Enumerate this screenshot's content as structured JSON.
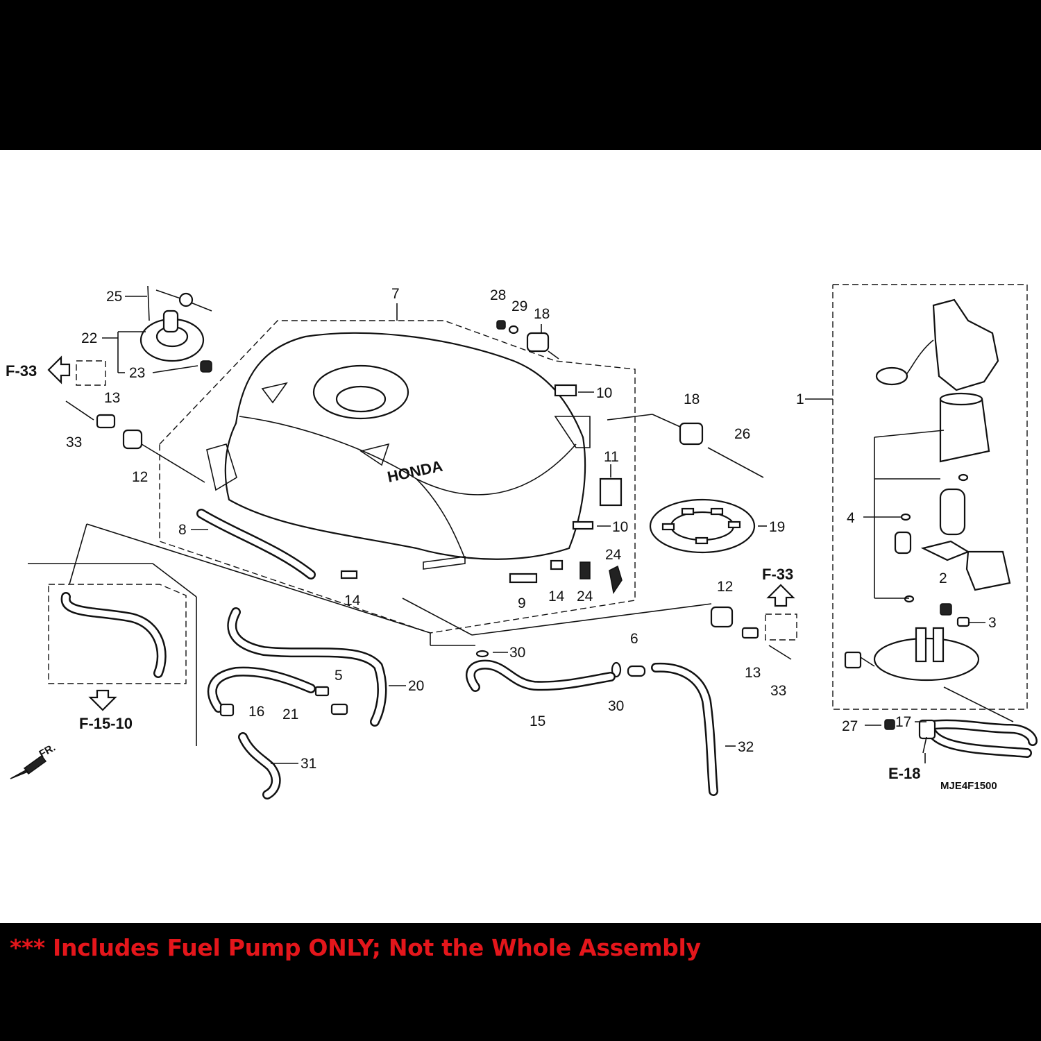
{
  "labels": {
    "p1": "1",
    "p2": "2",
    "p3": "3",
    "p4": "4",
    "p5": "5",
    "p6": "6",
    "p7": "7",
    "p8": "8",
    "p9": "9",
    "p10a": "10",
    "p10b": "10",
    "p11": "11",
    "p12a": "12",
    "p12b": "12",
    "p13a": "13",
    "p13b": "13",
    "p14a": "14",
    "p14b": "14",
    "p15": "15",
    "p16": "16",
    "p17": "17",
    "p18a": "18",
    "p18b": "18",
    "p19": "19",
    "p20": "20",
    "p21": "21",
    "p22": "22",
    "p23": "23",
    "p24a": "24",
    "p24b": "24",
    "p25": "25",
    "p26": "26",
    "p27": "27",
    "p28": "28",
    "p29": "29",
    "p30a": "30",
    "p30b": "30",
    "p31": "31",
    "p32": "32",
    "p33a": "33",
    "p33b": "33"
  },
  "refs": {
    "f33_left": "F-33",
    "f33_right": "F-33",
    "f15_10": "F-15-10",
    "e18": "E-18",
    "front": "FR."
  },
  "tank_logo": "HONDA",
  "diagram_code": "MJE4F1500",
  "notice": "*** Includes Fuel Pump ONLY; Not the Whole Assembly"
}
